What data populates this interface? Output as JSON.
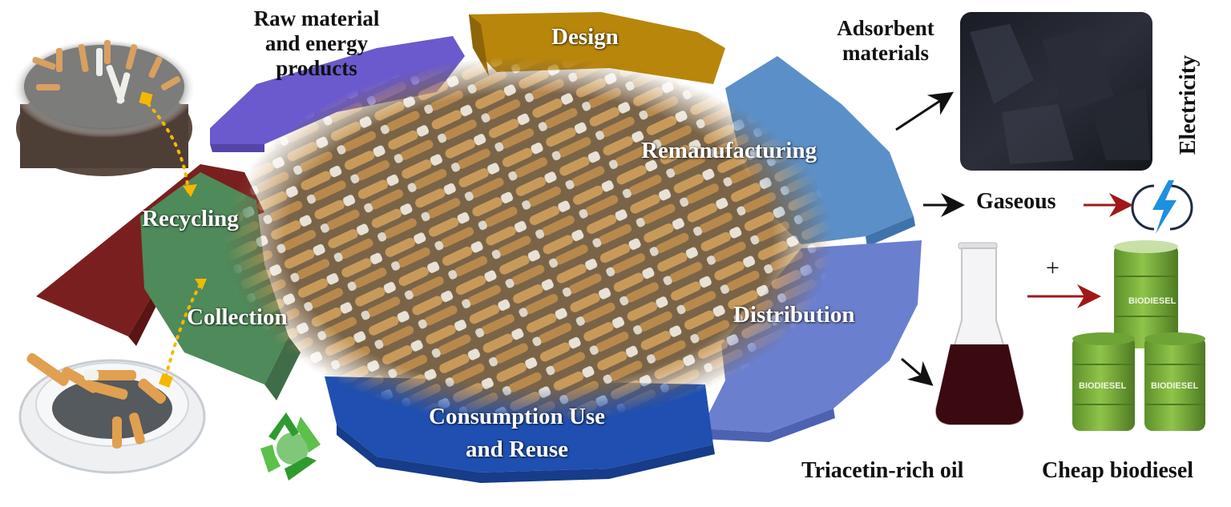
{
  "cycle": {
    "center_image": "cigarette-butts-pile",
    "stages": [
      {
        "id": "raw-material",
        "label_lines": [
          "Raw material",
          "and energy",
          "products"
        ],
        "color": "#6a5acd"
      },
      {
        "id": "design",
        "label": "Design",
        "color": "#b8860b"
      },
      {
        "id": "remanufacturing",
        "label": "Remanufacturing",
        "color": "#5b8fc7"
      },
      {
        "id": "distribution",
        "label": "Distribution",
        "color": "#6b7fcf"
      },
      {
        "id": "consumption",
        "label_lines": [
          "Consumption Use",
          "and Reuse"
        ],
        "color": "#1f4fb0"
      },
      {
        "id": "collection",
        "label": "Collection",
        "color": "#4f8a5a"
      },
      {
        "id": "recycling",
        "label": "Recycling",
        "color": "#7a1f1f"
      }
    ]
  },
  "left_images": {
    "top": "outdoor-ashtray-with-cigarette-butts",
    "bottom": "glass-ashtray-with-cigarette-butts",
    "recycle_icon": "recycle-globe-icon",
    "marker_color": "#f5b800"
  },
  "products": {
    "adsorbent": {
      "label_lines": [
        "Adsorbent",
        "materials"
      ],
      "image": "activated-carbon"
    },
    "electricity": {
      "label": "Electricity",
      "icon": "lightning-bolt-icon",
      "icon_color": "#1e90e0"
    },
    "gaseous": {
      "label": "Gaseous"
    },
    "oil": {
      "label": "Triacetin-rich oil",
      "image": "erlenmeyer-flask-dark-oil",
      "liquid_color": "#3a0a10"
    },
    "biodiesel": {
      "label": "Cheap biodiesel",
      "image": "green-biodiesel-barrels",
      "barrel_text": "BIODIESEL",
      "barrel_color": "#7cb342"
    },
    "plus": "+"
  },
  "arrows": {
    "black": "#111111",
    "red": "#a01818"
  }
}
